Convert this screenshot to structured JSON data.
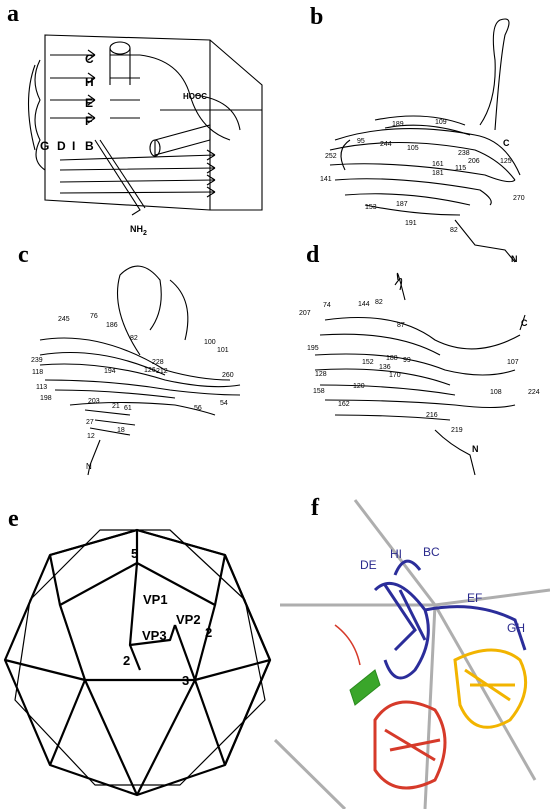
{
  "panels": {
    "a": {
      "label": "a",
      "strands": [
        "C",
        "H",
        "E",
        "F",
        "G",
        "D",
        "I",
        "B"
      ],
      "terminus_c": "HOOC",
      "terminus_n": "NH",
      "terminus_n_sub": "2"
    },
    "b": {
      "label": "b",
      "residues": [
        "189",
        "109",
        "95",
        "244",
        "105",
        "238",
        "252",
        "161",
        "181",
        "206",
        "115",
        "125",
        "141",
        "270",
        "153",
        "187",
        "191",
        "82"
      ],
      "terminus_c": "C",
      "terminus_n": "N"
    },
    "c": {
      "label": "c",
      "residues": [
        "245",
        "76",
        "186",
        "82",
        "239",
        "118",
        "194",
        "100",
        "101",
        "228",
        "212",
        "260",
        "113",
        "126",
        "198",
        "203",
        "61",
        "54",
        "56",
        "21",
        "27",
        "12",
        "18"
      ],
      "terminus_n": "N"
    },
    "d": {
      "label": "d",
      "residues": [
        "74",
        "144",
        "82",
        "207",
        "87",
        "195",
        "152",
        "188",
        "99",
        "136",
        "170",
        "107",
        "128",
        "158",
        "120",
        "108",
        "224",
        "162",
        "216",
        "219"
      ],
      "terminus_c": "C",
      "terminus_n": "N"
    },
    "e": {
      "label": "e",
      "proteins": [
        "VP1",
        "VP2",
        "VP3"
      ],
      "symmetry_axes": [
        "5",
        "2",
        "2",
        "3"
      ]
    },
    "f": {
      "label": "f",
      "loops": [
        "DE",
        "HI",
        "BC",
        "EF",
        "GH"
      ],
      "colors": {
        "blue": "#2b2d9a",
        "yellow": "#f2b400",
        "red": "#d63a2a",
        "green": "#3aa62a"
      }
    }
  }
}
